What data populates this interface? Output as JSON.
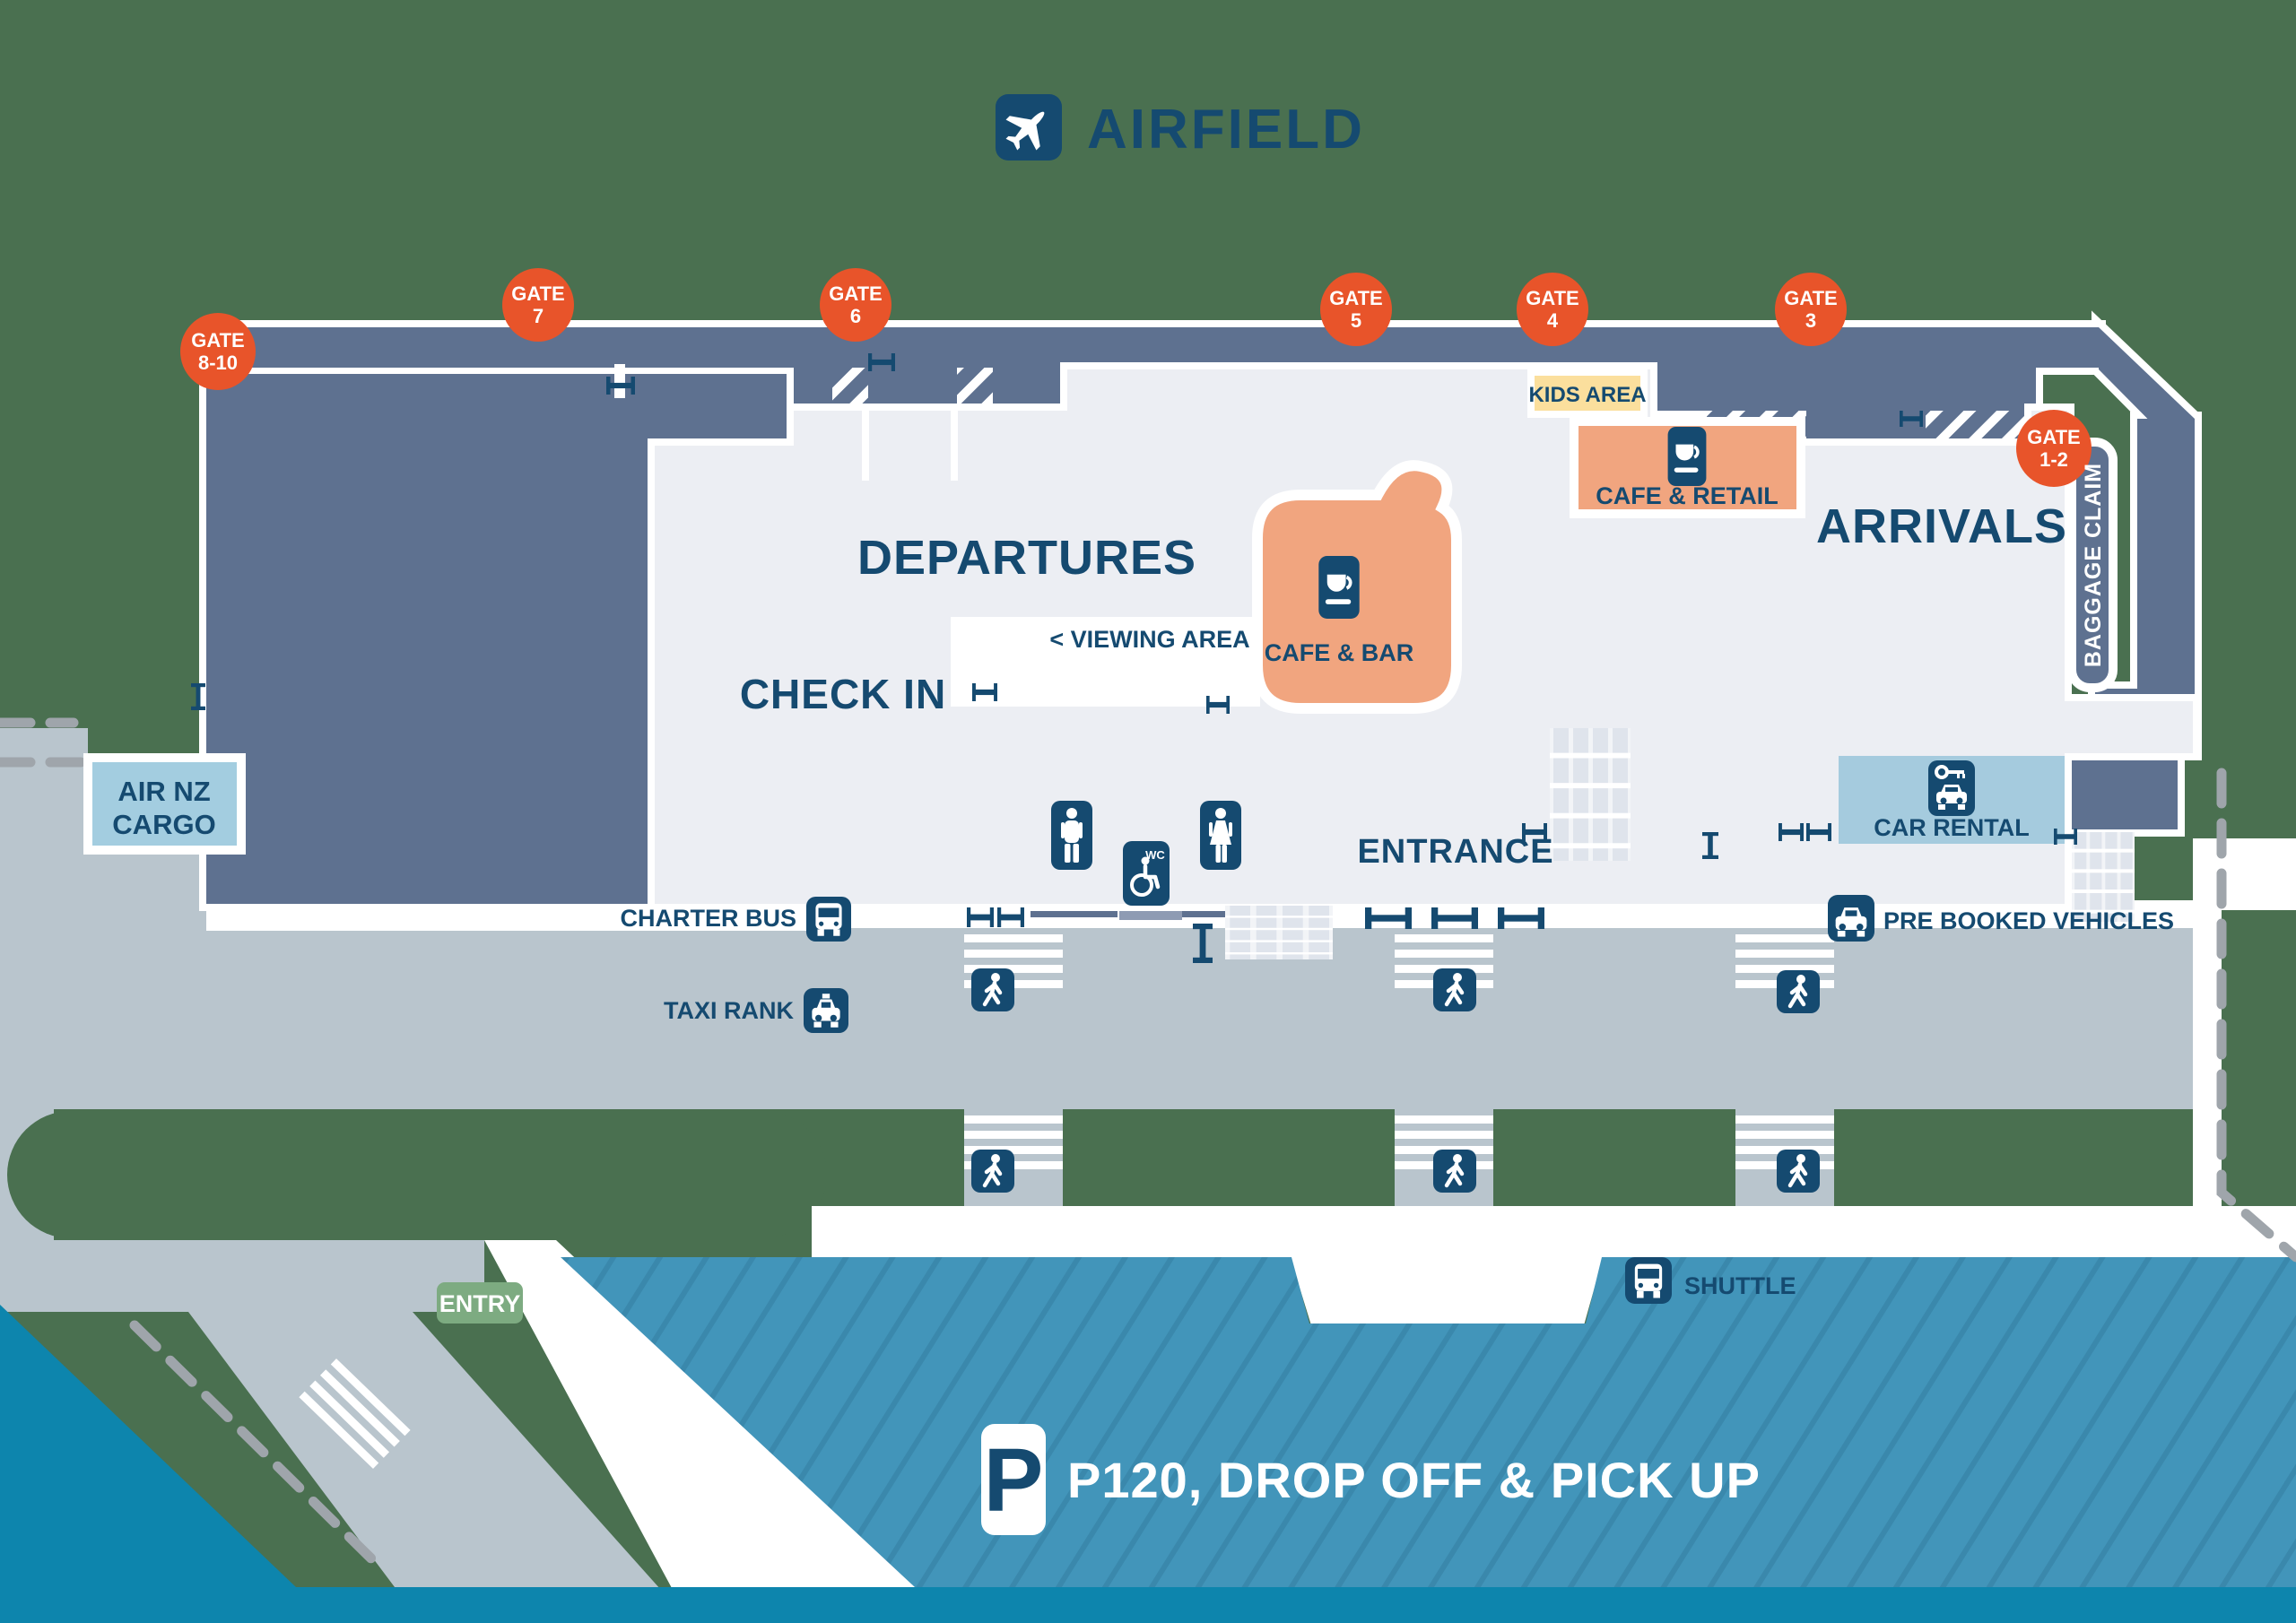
{
  "map_title": {
    "label": "AIRFIELD"
  },
  "gates": [
    {
      "line1": "GATE",
      "line2": "8-10"
    },
    {
      "line1": "GATE",
      "line2": "7"
    },
    {
      "line1": "GATE",
      "line2": "6"
    },
    {
      "line1": "GATE",
      "line2": "5"
    },
    {
      "line1": "GATE",
      "line2": "4"
    },
    {
      "line1": "GATE",
      "line2": "3"
    },
    {
      "line1": "GATE",
      "line2": "1-2"
    }
  ],
  "terminal_areas": {
    "departures": "DEPARTURES",
    "viewing_area": "< VIEWING AREA",
    "check_in": "CHECK IN",
    "entrance": "ENTRANCE",
    "arrivals": "ARRIVALS",
    "baggage_claim": "BAGGAGE CLAIM",
    "kids_area": "KIDS AREA",
    "cafe_retail": "CAFE & RETAIL",
    "cafe_bar": "CAFE & BAR",
    "wc_label": "WC"
  },
  "facilities": {
    "air_nz_cargo_line1": "AIR NZ",
    "air_nz_cargo_line2": "CARGO",
    "car_rental": "CAR RENTAL"
  },
  "ground_transport": {
    "charter_bus": "CHARTER BUS",
    "taxi_rank": "TAXI RANK",
    "pre_booked_vehicles": "PRE BOOKED VEHICLES",
    "shuttle": "SHUTTLE",
    "entry": "ENTRY",
    "parking": "P120, DROP OFF & PICK UP",
    "parking_symbol": "P"
  },
  "colors": {
    "background_green": "#4a7050",
    "terminal_slate": "#5e7190",
    "interior_light": "#eceef3",
    "navy": "#154a70",
    "gate_orange": "#e8542a",
    "cafe_peach": "#f1a57f",
    "kids_yellow": "#fbdf9d",
    "facility_blue": "#a5cbde",
    "road_gray": "#b9c5cd",
    "parking_blue": "#4295ba",
    "water_blue": "#0d85ad",
    "entry_green": "#7dab81"
  }
}
